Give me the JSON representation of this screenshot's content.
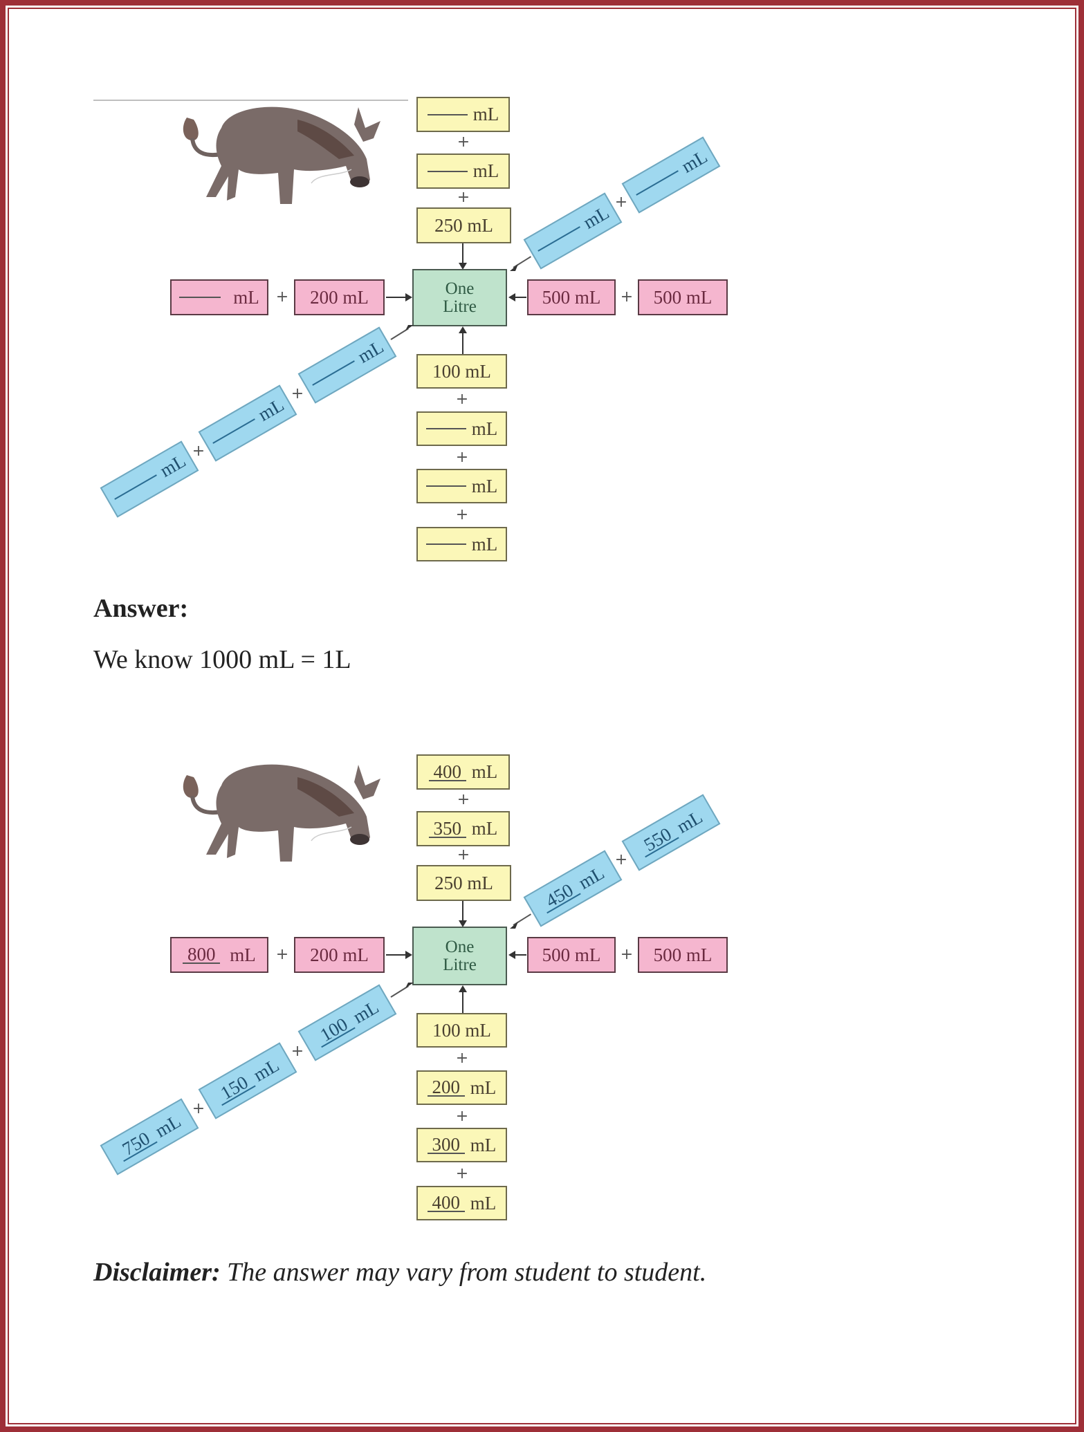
{
  "diagram_question": {
    "center_label_line1": "One",
    "center_label_line2": "Litre",
    "unit": "mL",
    "top_stack": [
      {
        "value": "",
        "unit": "mL"
      },
      {
        "value": "",
        "unit": "mL"
      },
      {
        "value": "250",
        "unit": "mL"
      }
    ],
    "bottom_stack": [
      {
        "value": "100",
        "unit": "mL"
      },
      {
        "value": "",
        "unit": "mL"
      },
      {
        "value": "",
        "unit": "mL"
      },
      {
        "value": "",
        "unit": "mL"
      }
    ],
    "left_row": [
      {
        "value": "",
        "unit": "mL"
      },
      {
        "value": "200",
        "unit": "mL"
      }
    ],
    "right_row": [
      {
        "value": "500",
        "unit": "mL"
      },
      {
        "value": "500",
        "unit": "mL"
      }
    ],
    "upper_right_diagonal": [
      {
        "value": "",
        "unit": "mL"
      },
      {
        "value": "",
        "unit": "mL"
      }
    ],
    "lower_left_diagonal": [
      {
        "value": "",
        "unit": "mL"
      },
      {
        "value": "",
        "unit": "mL"
      },
      {
        "value": "",
        "unit": "mL"
      }
    ],
    "plus": "+"
  },
  "answer": {
    "heading": "Answer:",
    "statement": "We know 1000 mL = 1L"
  },
  "diagram_answer": {
    "center_label_line1": "One",
    "center_label_line2": "Litre",
    "top_stack": [
      {
        "value": "400",
        "unit": "mL"
      },
      {
        "value": "350",
        "unit": "mL"
      },
      {
        "value": "250",
        "unit": "mL"
      }
    ],
    "bottom_stack": [
      {
        "value": "100",
        "unit": "mL"
      },
      {
        "value": "200",
        "unit": "mL"
      },
      {
        "value": "300",
        "unit": "mL"
      },
      {
        "value": "400",
        "unit": "mL"
      }
    ],
    "left_row": [
      {
        "value": "800",
        "unit": "mL"
      },
      {
        "value": "200",
        "unit": "mL"
      }
    ],
    "right_row": [
      {
        "value": "500",
        "unit": "mL"
      },
      {
        "value": "500",
        "unit": "mL"
      }
    ],
    "upper_right_diagonal": [
      {
        "value": "450",
        "unit": "mL"
      },
      {
        "value": "550",
        "unit": "mL"
      }
    ],
    "lower_left_diagonal": [
      {
        "value": "750",
        "unit": "mL"
      },
      {
        "value": "150",
        "unit": "mL"
      },
      {
        "value": "100",
        "unit": "mL"
      }
    ],
    "plus": "+"
  },
  "disclaimer": {
    "label": "Disclaimer:",
    "text": " The answer may vary from student to student."
  },
  "colors": {
    "frame": "#9e2f38",
    "yellow_box": "#fbf7b8",
    "pink_box": "#f5b6cf",
    "green_box": "#bfe3cc",
    "blue_box": "#9fd8ef"
  }
}
